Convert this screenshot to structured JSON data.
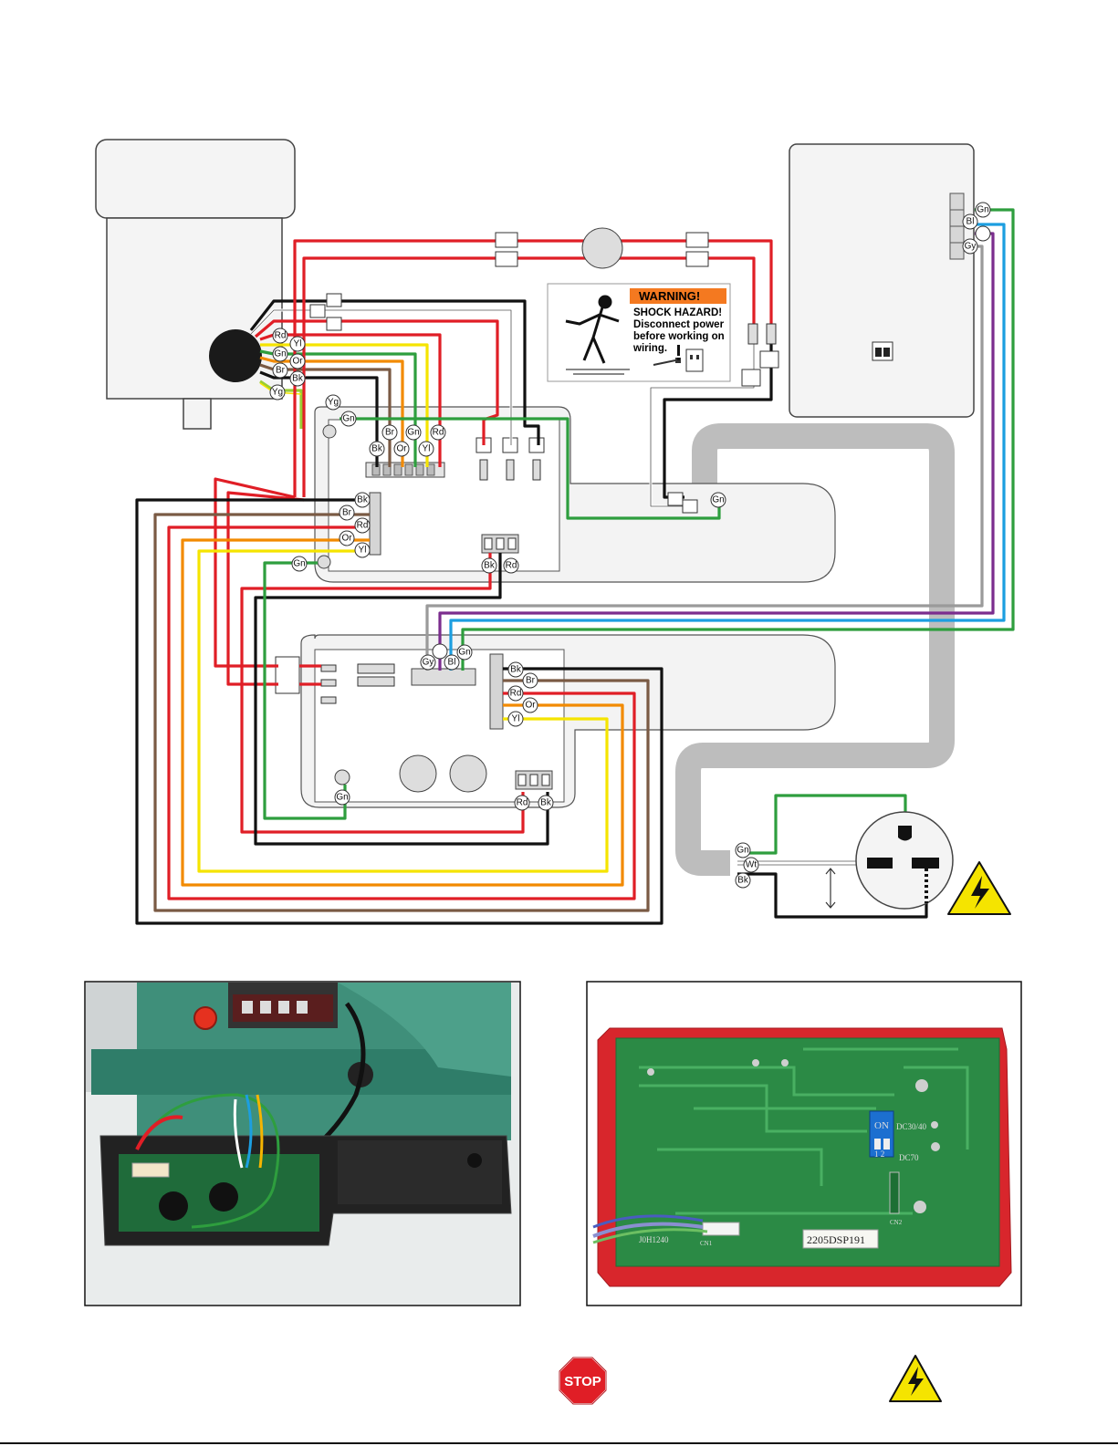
{
  "warning_label": {
    "title": "WARNING!",
    "heading": "SHOCK HAZARD!",
    "line1": "Disconnect power",
    "line2": "before working on",
    "line3": "wiring."
  },
  "stop_sign": {
    "text": "STOP"
  },
  "colors": {
    "black": "#111111",
    "red": "#e01e26",
    "green": "#2e9e3e",
    "yellow": "#f5e400",
    "orange": "#f28a00",
    "brown": "#7a5a44",
    "blue": "#1c9ee0",
    "purple": "#7b2d8e",
    "gray": "#9a9a9a",
    "conduit": "#bdbdbd",
    "warning_orange": "#f47920",
    "hazard_yellow": "#f5e400"
  },
  "motor_terminals": [
    "Rd",
    "Yl",
    "Gn",
    "Or",
    "Br",
    "Bk",
    "Yg"
  ],
  "box1": {
    "ground_tags": [
      "Yg",
      "Gn"
    ],
    "upper_terminal_tags": [
      "Br",
      "Gn",
      "Rd",
      "Bk",
      "Or",
      "Yl"
    ],
    "side_terminal_tags": [
      "Bk",
      "Br",
      "Rd",
      "Or",
      "Yl"
    ],
    "lower_ground_tag": "Gn",
    "power_terminal_tags": [
      "Bk",
      "Rd"
    ],
    "conduit_ground_tag": "Gn"
  },
  "box2": {
    "top_terminal_tags": [
      "Gy",
      "Bl",
      "Gn"
    ],
    "side_terminal_tags": [
      "Bk",
      "Br",
      "Rd",
      "Or",
      "Yl"
    ],
    "ground_tag": "Gn",
    "power_terminal_tags": [
      "Rd",
      "Bk"
    ]
  },
  "control_panel": {
    "terminal_tags": [
      "Gn",
      "Bl",
      "Gy"
    ]
  },
  "power_cord": {
    "tags": [
      "Gn",
      "Wt",
      "Bk"
    ]
  },
  "pcb_photo": {
    "switch_label": "ON",
    "switch_numbers": "1 2",
    "dc_labels": [
      "DC30/40",
      "DC70"
    ],
    "part_number": "2205DSP191",
    "board_code": "J0H1240",
    "connector_labels": [
      "CN1",
      "CN2"
    ]
  }
}
